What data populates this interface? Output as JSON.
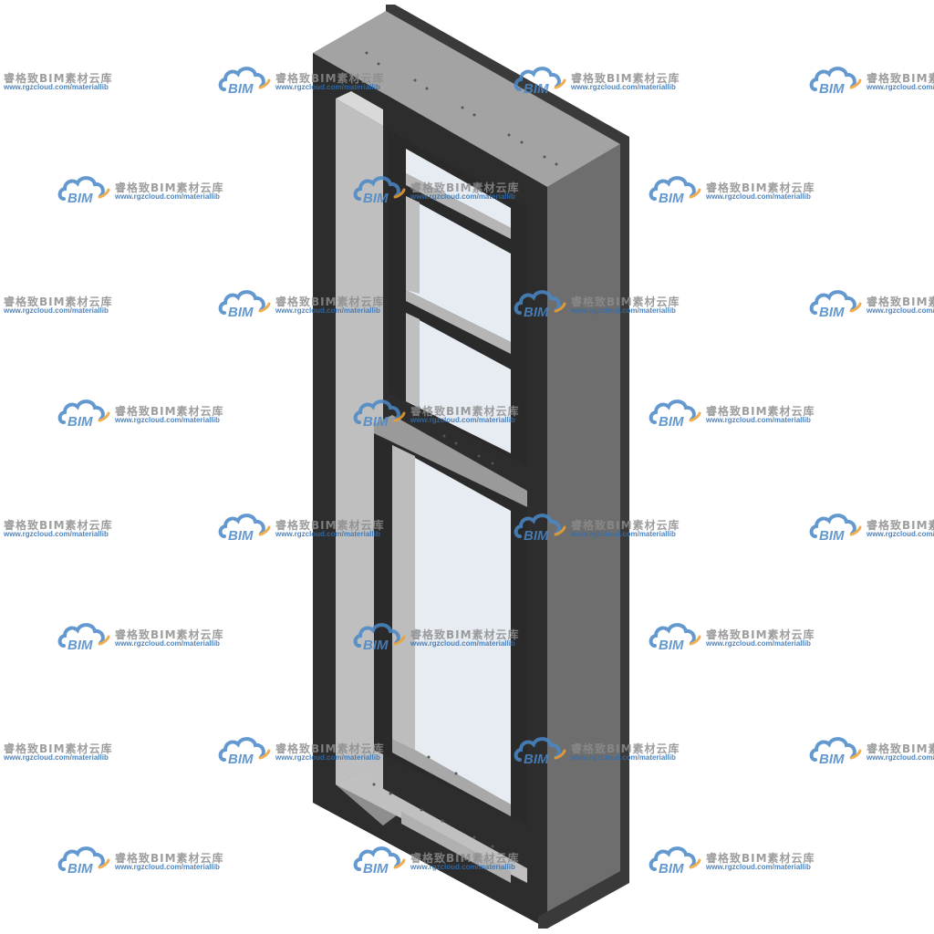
{
  "watermark": {
    "name": "睿格致BIM素材云库",
    "url": "www.rgzcloud.com/materiallib",
    "logo_text": "BIM",
    "logo_color": "#4a88c8",
    "logo_accent": "#f0a030"
  },
  "colors": {
    "frame_dark": "#2d2d2d",
    "frame_face": "#6e6e6e",
    "frame_top": "#a3a3a3",
    "jamb_light": "#c9c9c9",
    "glass": "#e7ecf2",
    "background": "#ffffff"
  }
}
